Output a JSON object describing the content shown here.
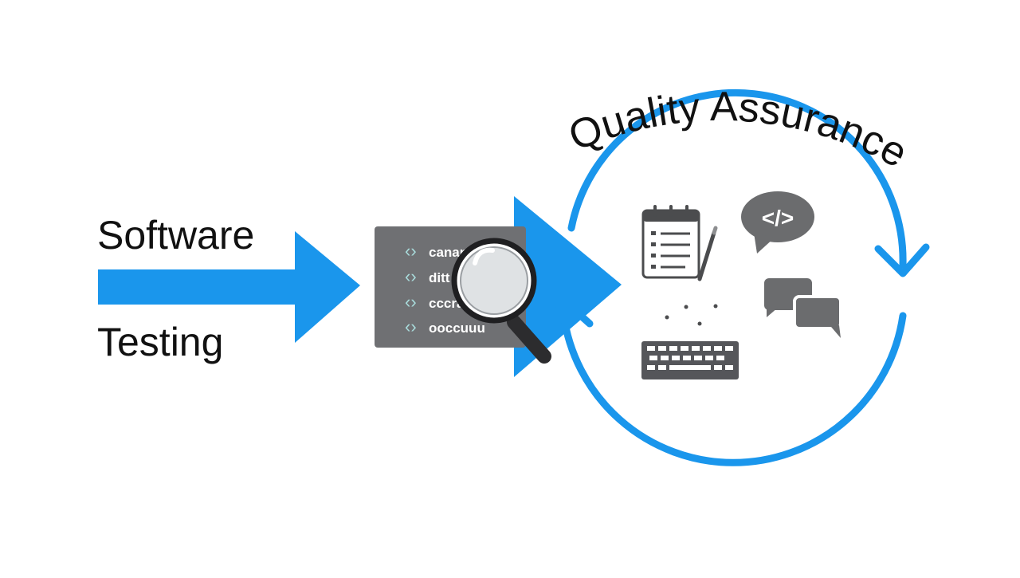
{
  "labels": {
    "software": "Software",
    "testing": "Testing",
    "quality_assurance": "Quality Assurance"
  },
  "code_panel": {
    "lines": [
      "canana",
      "ditt",
      "cccratt",
      "ooccuuu"
    ]
  },
  "icons": {
    "checklist": "checklist-pencil-icon",
    "code_bubble": "code-speech-bubble-icon",
    "chat": "chat-bubbles-icon",
    "keyboard": "keyboard-icon",
    "magnifier": "magnifying-glass-icon",
    "code_bubble_glyph": "</>"
  },
  "colors": {
    "accent_blue": "#1a96ec",
    "icon_gray": "#6b6c6e",
    "panel_gray": "#6f7073",
    "code_teal": "#a9dcdc",
    "text": "#111111",
    "background": "#ffffff"
  }
}
